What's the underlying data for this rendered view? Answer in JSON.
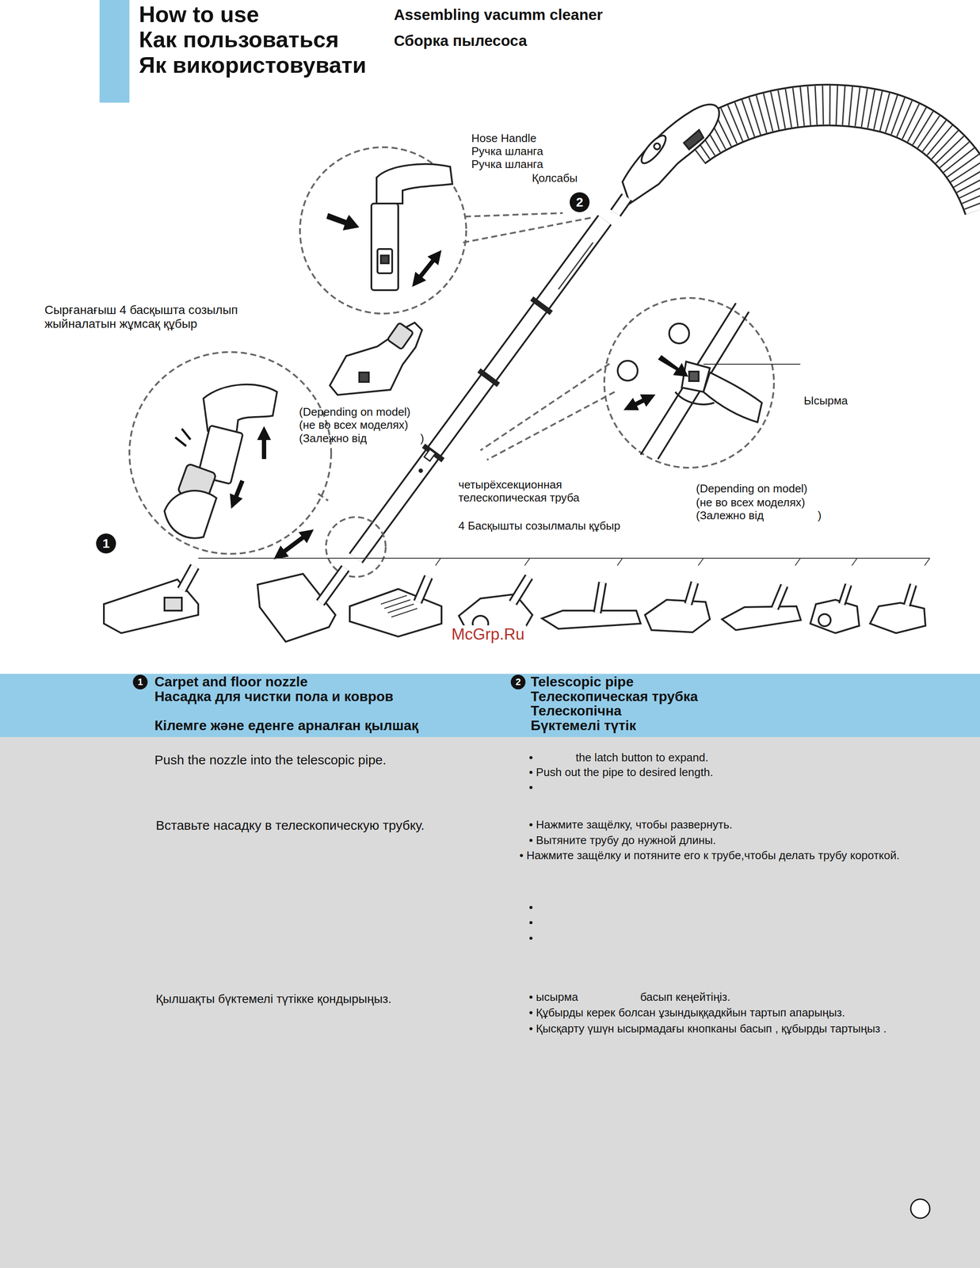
{
  "diagram": {
    "title": "How to use",
    "nodes": [
      {
        "text": [
          "2"
        ]
      },
      {
        "text": [
          "1"
        ]
      },
      {
        "text": [
          "Carpet and floor nozzle",
          "Насадка для чистки пола и ковров",
          "Кілемге және еденге арналған қылшақ"
        ]
      },
      {
        "text": [
          "1"
        ],
        "in": 2
      },
      {
        "text": [
          "Telescopic pipe",
          "Телескопическая трубка",
          "Телескопічна",
          "Бүктемелі түтік"
        ]
      },
      {
        "text": [
          "2"
        ],
        "in": 4
      }
    ],
    "labels": [
      "Как пользоваться",
      "Як використовувати",
      "Assembling vacumm cleaner",
      "Сборка пылесоса",
      "Hose Handle",
      "Ручка шланга",
      "Ручка шланга",
      "Қолсабы",
      "Сырғанағыш 4 басқышта созылып жыйналатын жұмсақ құбыр",
      "(Depending on model)",
      "(не во всех моделях)",
      "(Залежно від",
      ")",
      "четырёхсекционная телескопическая труба",
      "4 Басқышты созылмалы құбыр",
      "Ысырма",
      "(Depending on model)",
      "(не во всех моделях)",
      "(Залежно від",
      ")",
      "McGrp.Ru",
      "Push the nozzle into the telescopic pipe.",
      "Вставьте насадку в телескопическую трубку.",
      "Қылшақты бүктемелі түтікке қондырыңыз.",
      "•",
      "the latch button to expand.",
      "• Push out the pipe to desired length.",
      "•",
      "• Нажмите защёлку, чтобы развернуть.",
      "• Вытяните трубу до нужной длины.",
      "• Нажмите защёлку и потяните его к трубе,чтобы делать трубу короткой.",
      "•",
      "•",
      "•",
      "• ысырма",
      "басып кеңейтіңіз.",
      "• Құбырды керек болсан ұзындыққадкйын тартып апарыңыз.",
      "• Қысқарту үшүн ысырмадағы кнопканы басып , құбырды тартыңыз ."
    ]
  }
}
